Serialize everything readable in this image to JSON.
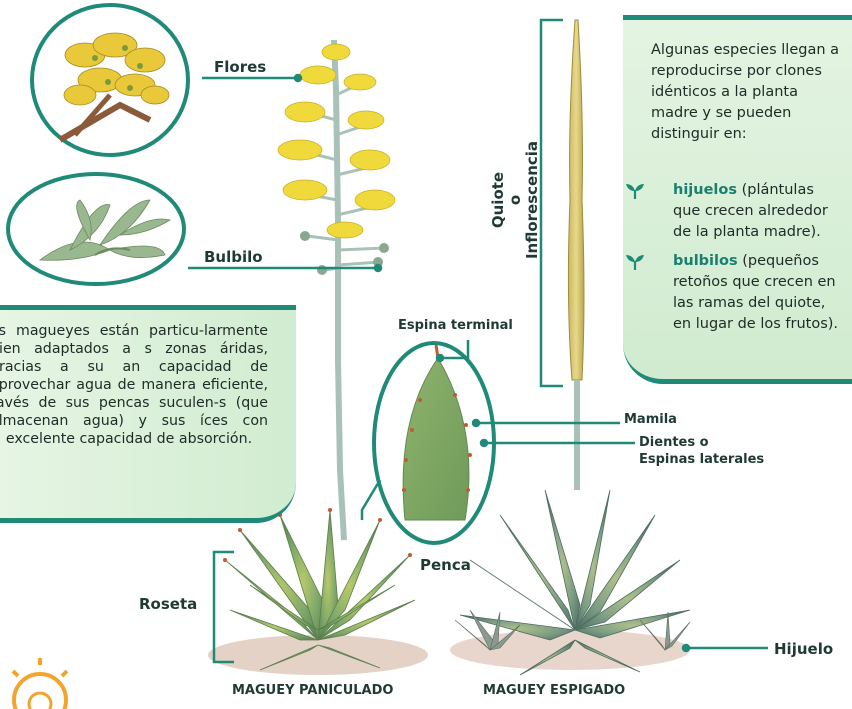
{
  "labels": {
    "flores": "Flores",
    "bulbilo": "Bulbilo",
    "espina_terminal": "Espina terminal",
    "mamila": "Mamila",
    "dientes": "Dientes o",
    "espinas_laterales": "Espinas laterales",
    "penca": "Penca",
    "roseta": "Roseta",
    "hijuelo": "Hijuelo",
    "quiote": "Quiote",
    "o": "o",
    "inflorescencia": "Inflorescencia"
  },
  "captions": {
    "paniculado": "MAGUEY PANICULADO",
    "espigado": "MAGUEY ESPIGADO"
  },
  "info_left": {
    "text": "os magueyes están particu-larmente bien adaptados a s zonas áridas, gracias a su an capacidad de aprovechar agua de manera eficiente, ravés de sus pencas suculen-s (que almacenan agua) y sus íces con excelente capacidad de absorción."
  },
  "info_right": {
    "intro": "Algunas especies llegan a reproducirse por clones idénticos a la planta madre y se pueden distinguir en:",
    "items": [
      {
        "term": "hijuelos",
        "desc": " (plántulas que crecen alrededor de la planta madre)."
      },
      {
        "term": "bulbilos",
        "desc": " (pequeños retoños que crecen en las ramas del quiote, en lugar de los frutos)."
      }
    ]
  },
  "colors": {
    "teal": "#1f8a78",
    "flower_yellow": "#f0d93a",
    "leaf_green": "#7fa86a",
    "stalk": "#a9c2b8",
    "sun_orange": "#f2a42c"
  },
  "icons": [
    "sprout-icon",
    "sun-icon"
  ]
}
